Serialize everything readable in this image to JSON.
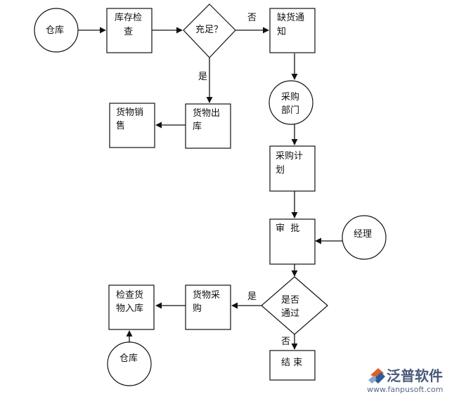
{
  "nodes": {
    "warehouse_top": "仓库",
    "stock_check": [
      "库存检",
      "查"
    ],
    "sufficient": "充足？",
    "shortage_notice": [
      "缺货通",
      "知"
    ],
    "goods_sales": [
      "货物销",
      "售"
    ],
    "goods_out": [
      "货物出",
      "库"
    ],
    "purchase_dept": [
      "采购",
      "部门"
    ],
    "purchase_plan": [
      "采购计",
      "划"
    ],
    "review": "审  批",
    "manager": "经理",
    "passed": [
      "是否",
      "通过"
    ],
    "goods_purchase": [
      "货物采",
      "购"
    ],
    "inspect_inbound": [
      "检查货",
      "物入库"
    ],
    "end": "结 束",
    "warehouse_bottom": "仓库"
  },
  "edge_labels": {
    "no_top": "否",
    "yes_down": "是",
    "yes_left": "是",
    "no_down": "否"
  },
  "watermark": {
    "brand": "泛普软件",
    "url": "www.fanpusoft.com"
  }
}
